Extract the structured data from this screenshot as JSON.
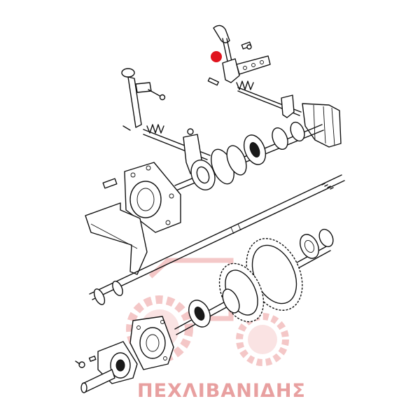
{
  "watermark": {
    "brand_text": "ΠΕΧΛΙΒΑΝΙΔΗΣ",
    "color": "#e8a0a0"
  },
  "marker": {
    "color": "#e0141e"
  },
  "icons": [
    "tractor-logo-watermark",
    "gear-icon",
    "red-dot-marker"
  ]
}
